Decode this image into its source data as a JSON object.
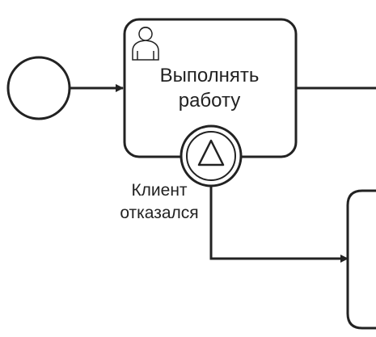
{
  "diagram": {
    "task": {
      "label_lines": [
        "Выполнять",
        "работу"
      ],
      "type_icon": "user-icon"
    },
    "boundary_event": {
      "label_lines": [
        "Клиент",
        "отказался"
      ],
      "marker_icon": "triangle-icon"
    },
    "start_event": {
      "icon": "start-event-circle"
    },
    "colors": {
      "stroke": "#222222",
      "fill": "#ffffff",
      "text": "#222222"
    }
  }
}
